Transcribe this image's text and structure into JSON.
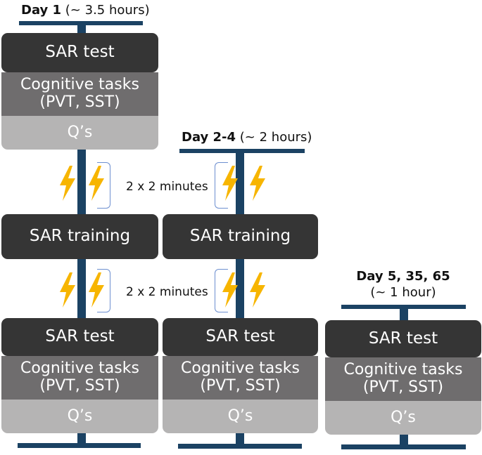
{
  "columns": [
    {
      "id": "day1",
      "title_bold": "Day 1",
      "title_rest": " (~ 3.5 hours)",
      "boxes": [
        "SAR test",
        "Cognitive tasks",
        "(PVT, SST)",
        "Q’s",
        "SAR training",
        "SAR test",
        "Cognitive tasks",
        "(PVT, SST)",
        "Q’s"
      ]
    },
    {
      "id": "day2to4",
      "title_bold": "Day 2-4",
      "title_rest": " (~ 2 hours)",
      "boxes": [
        "SAR training",
        "SAR test",
        "Cognitive tasks",
        "(PVT, SST)",
        "Q’s"
      ]
    },
    {
      "id": "day5",
      "title_bold": "Day 5, 35, 65",
      "title_rest": "(~ 1 hour)",
      "boxes": [
        "SAR test",
        "Cognitive tasks",
        "(PVT, SST)",
        "Q’s"
      ]
    }
  ],
  "stimulation_label": "2 x 2 minutes",
  "icons": {
    "stimulation": "lightning-bolt-icon"
  },
  "colors": {
    "timeline": "#1b4263",
    "dark_box": "#353535",
    "mid_box": "#6f6d6e",
    "light_box": "#b5b4b4",
    "bolt": "#f7b500",
    "bracket": "#6d8fd0"
  }
}
